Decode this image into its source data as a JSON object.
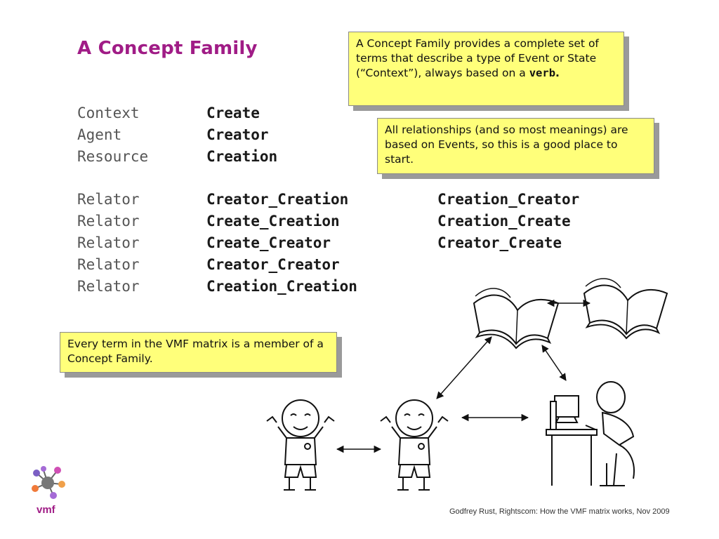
{
  "title": "A Concept Family",
  "terms": [
    {
      "label": "Context",
      "value": "Create"
    },
    {
      "label": "Agent",
      "value": "Creator"
    },
    {
      "label": "Resource",
      "value": "Creation"
    }
  ],
  "relators": [
    {
      "label": "Relator",
      "value": "Creator_Creation",
      "reverse": "Creation_Creator"
    },
    {
      "label": "Relator",
      "value": "Create_Creation",
      "reverse": "Creation_Create"
    },
    {
      "label": "Relator",
      "value": "Create_Creator",
      "reverse": "Creator_Create"
    },
    {
      "label": "Relator",
      "value": "Creator_Creator",
      "reverse": ""
    },
    {
      "label": "Relator",
      "value": "Creation_Creation",
      "reverse": ""
    }
  ],
  "notes": {
    "note1_text": "A Concept Family provides a complete set of terms that describe a type of Event or State (“Context”), always based on a ",
    "note1_bold": "verb",
    "note1_end": ".",
    "note2_text": "All relationships (and so most meanings) are based on Events, so this is a good place to start.",
    "note3_text": "Every term in the VMF matrix is a member of a Concept Family."
  },
  "logo": {
    "text": "vmf",
    "color": "#a01c86"
  },
  "footer": "Godfrey Rust, Rightscom: How the VMF matrix works, Nov 2009",
  "colors": {
    "title": "#a01c86",
    "note_bg": "#ffff7a",
    "note_shadow": "#9a9a9a"
  }
}
